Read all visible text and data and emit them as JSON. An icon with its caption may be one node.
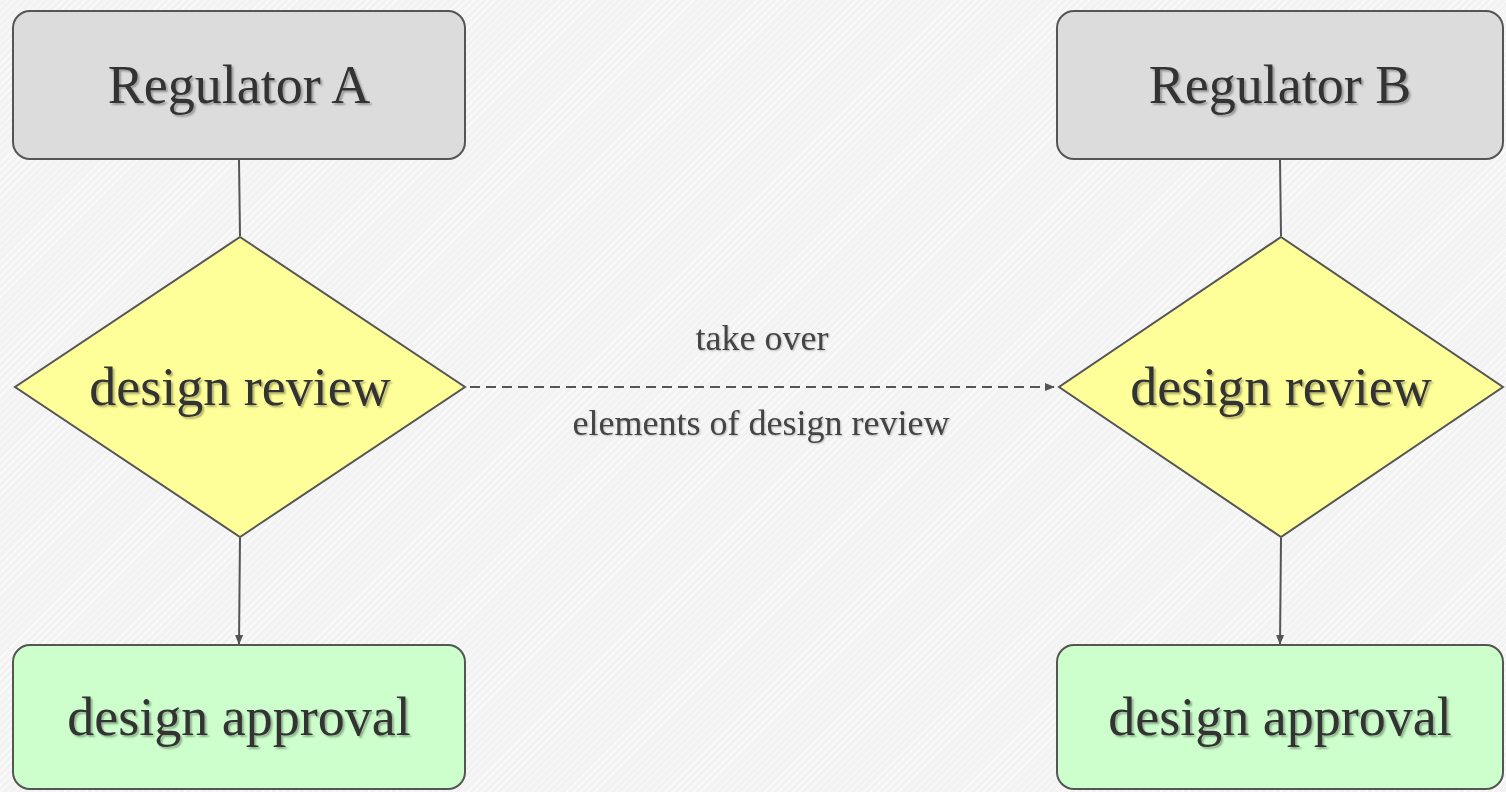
{
  "diagram": {
    "nodes": [
      {
        "text": [
          "Regulator A"
        ]
      },
      {
        "text": [
          "Regulator B"
        ]
      },
      {
        "text": [
          "design review"
        ]
      },
      {
        "text": [
          "design review"
        ]
      },
      {
        "text": [
          "design approval"
        ]
      },
      {
        "text": [
          "design approval"
        ]
      }
    ],
    "edges": [
      {
        "from": 0,
        "to": 2,
        "arrow": "none"
      },
      {
        "from": 2,
        "to": 4,
        "arrow": "to"
      },
      {
        "from": 1,
        "to": 3,
        "arrow": "none"
      },
      {
        "from": 3,
        "to": 5,
        "arrow": "to"
      },
      {
        "from": 2,
        "to": 3,
        "arrow": "to",
        "style": "dashed",
        "label": "take over"
      }
    ],
    "labels": [
      "elements of design review"
    ]
  }
}
